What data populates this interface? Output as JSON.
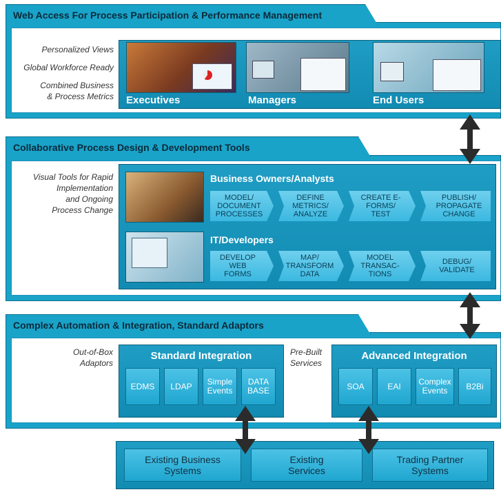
{
  "layer1": {
    "title": "Web Access For Process Participation & Performance Management",
    "notes": [
      "Personalized Views",
      "Global Workforce Ready",
      "Combined Business",
      "& Process Metrics"
    ],
    "roles": [
      "Executives",
      "Managers",
      "End Users"
    ]
  },
  "layer2": {
    "title": "Collaborative Process Design & Development Tools",
    "notes": [
      "Visual Tools for Rapid",
      "Implementation",
      "and Ongoing",
      "Process Change"
    ],
    "business": {
      "title": "Business Owners/Analysts",
      "steps": [
        "MODEL/ DOCUMENT PROCESSES",
        "DEFINE METRICS/ ANALYZE",
        "CREATE E-FORMS/ TEST",
        "PUBLISH/ PROPAGATE CHANGE"
      ]
    },
    "it": {
      "title": "IT/Developers",
      "steps": [
        "DEVELOP WEB FORMS",
        "MAP/ TRANSFORM DATA",
        "MODEL TRANSAC- TIONS",
        "DEBUG/ VALIDATE"
      ]
    }
  },
  "layer3": {
    "title": "Complex Automation & Integration, Standard Adaptors",
    "notes_left": [
      "Out-of-Box",
      "Adaptors"
    ],
    "notes_right": [
      "Pre-Built",
      "Services"
    ],
    "standard": {
      "title": "Standard Integration",
      "items": [
        "EDMS",
        "LDAP",
        "Simple Events",
        "DATA BASE"
      ]
    },
    "advanced": {
      "title": "Advanced Integration",
      "items": [
        "SOA",
        "EAI",
        "Complex Events",
        "B2Bi"
      ]
    }
  },
  "systems": [
    "Existing Business Systems",
    "Existing Services",
    "Trading Partner Systems"
  ],
  "colors": {
    "accent": "#1aa3c9",
    "dark": "#0b6f8f",
    "arrow": "#2b2b2b"
  }
}
